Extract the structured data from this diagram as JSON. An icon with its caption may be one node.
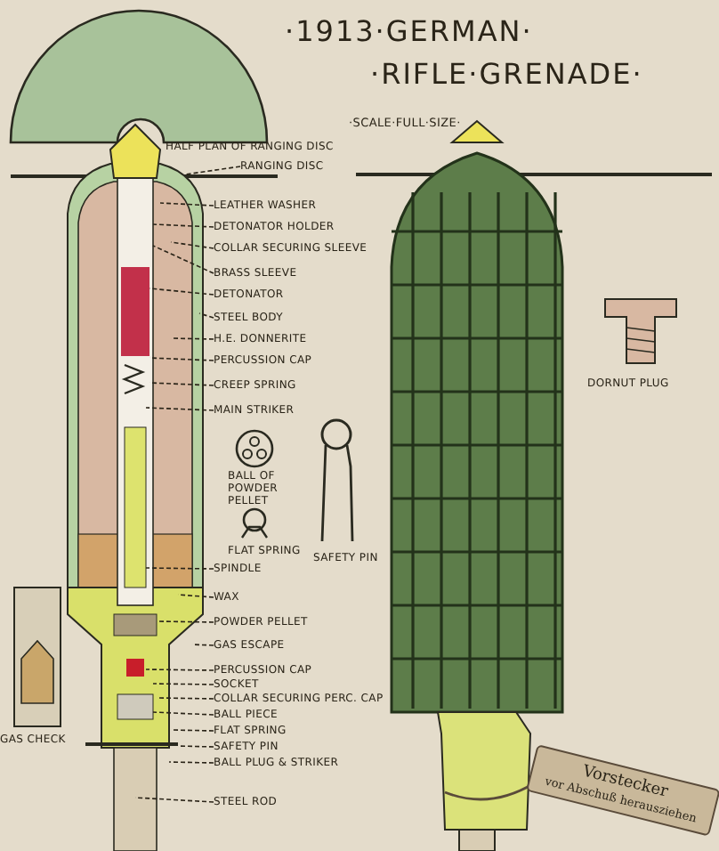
{
  "diagram": {
    "title": "·1913·GERMAN· ·RIFLE·GRENADE·",
    "nodes": [
      {
        "text": [
          "RANGING DISC"
        ]
      },
      {
        "text": [
          "LEATHER WASHER"
        ]
      },
      {
        "text": [
          "DETONATOR HOLDER"
        ]
      },
      {
        "text": [
          "COLLAR SECURING SLEEVE"
        ]
      },
      {
        "text": [
          "BRASS SLEEVE"
        ]
      },
      {
        "text": [
          "DETONATOR"
        ]
      },
      {
        "text": [
          "STEEL BODY"
        ]
      },
      {
        "text": [
          "H.E. DONNERITE"
        ]
      },
      {
        "text": [
          "PERCUSSION CAP"
        ]
      },
      {
        "text": [
          "CREEP SPRING"
        ]
      },
      {
        "text": [
          "MAIN STRIKER"
        ]
      },
      {
        "text": [
          "SPINDLE"
        ]
      },
      {
        "text": [
          "WAX"
        ]
      },
      {
        "text": [
          "POWDER PELLET"
        ]
      },
      {
        "text": [
          "GAS ESCAPE"
        ]
      },
      {
        "text": [
          "PERCUSSION CAP"
        ]
      },
      {
        "text": [
          "SOCKET"
        ]
      },
      {
        "text": [
          "COLLAR SECURING PERC. CAP"
        ]
      },
      {
        "text": [
          "BALL PIECE"
        ]
      },
      {
        "text": [
          "FLAT SPRING"
        ]
      },
      {
        "text": [
          "SAFETY PIN"
        ]
      },
      {
        "text": [
          "BALL PLUG & STRIKER"
        ]
      },
      {
        "text": [
          "STEEL ROD"
        ]
      },
      {
        "text": [
          "Vorstecker",
          "vor Abschuß herausziehen"
        ]
      }
    ],
    "edges": [
      {
        "from": 0,
        "to": null,
        "arrow": "none",
        "style": "dashed"
      },
      {
        "from": 1,
        "to": null,
        "arrow": "none",
        "style": "dashed"
      },
      {
        "from": 2,
        "to": null,
        "arrow": "none",
        "style": "dashed"
      },
      {
        "from": 3,
        "to": null,
        "arrow": "none",
        "style": "dashed"
      },
      {
        "from": 4,
        "to": null,
        "arrow": "none",
        "style": "dashed"
      },
      {
        "from": 5,
        "to": null,
        "arrow": "none",
        "style": "dashed"
      },
      {
        "from": 6,
        "to": null,
        "arrow": "none",
        "style": "dashed"
      },
      {
        "from": 7,
        "to": null,
        "arrow": "none",
        "style": "dashed"
      },
      {
        "from": 8,
        "to": null,
        "arrow": "none",
        "style": "dashed"
      },
      {
        "from": 9,
        "to": null,
        "arrow": "none",
        "style": "dashed"
      },
      {
        "from": 10,
        "to": null,
        "arrow": "none",
        "style": "dashed"
      },
      {
        "from": 11,
        "to": null,
        "arrow": "none",
        "style": "dashed"
      },
      {
        "from": 12,
        "to": null,
        "arrow": "none",
        "style": "dashed"
      },
      {
        "from": 13,
        "to": null,
        "arrow": "none",
        "style": "dashed"
      },
      {
        "from": 14,
        "to": null,
        "arrow": "none",
        "style": "dashed"
      },
      {
        "from": 15,
        "to": null,
        "arrow": "none",
        "style": "dashed"
      },
      {
        "from": 16,
        "to": null,
        "arrow": "none",
        "style": "dashed"
      },
      {
        "from": 17,
        "to": null,
        "arrow": "none",
        "style": "dashed"
      },
      {
        "from": 18,
        "to": null,
        "arrow": "none",
        "style": "dashed"
      },
      {
        "from": 19,
        "to": null,
        "arrow": "none",
        "style": "dashed"
      },
      {
        "from": 20,
        "to": null,
        "arrow": "none",
        "style": "dashed"
      },
      {
        "from": 21,
        "to": null,
        "arrow": "none",
        "style": "dashed"
      },
      {
        "from": 22,
        "to": null,
        "arrow": "none",
        "style": "dashed"
      }
    ],
    "labels": [
      "·SCALE·FULL·SIZE·",
      "HALF PLAN OF RANGING DISC",
      "DORNUT PLUG",
      "BALL OF POWDER PELLET",
      "FLAT SPRING",
      "SAFETY PIN",
      "GAS CHECK"
    ]
  }
}
